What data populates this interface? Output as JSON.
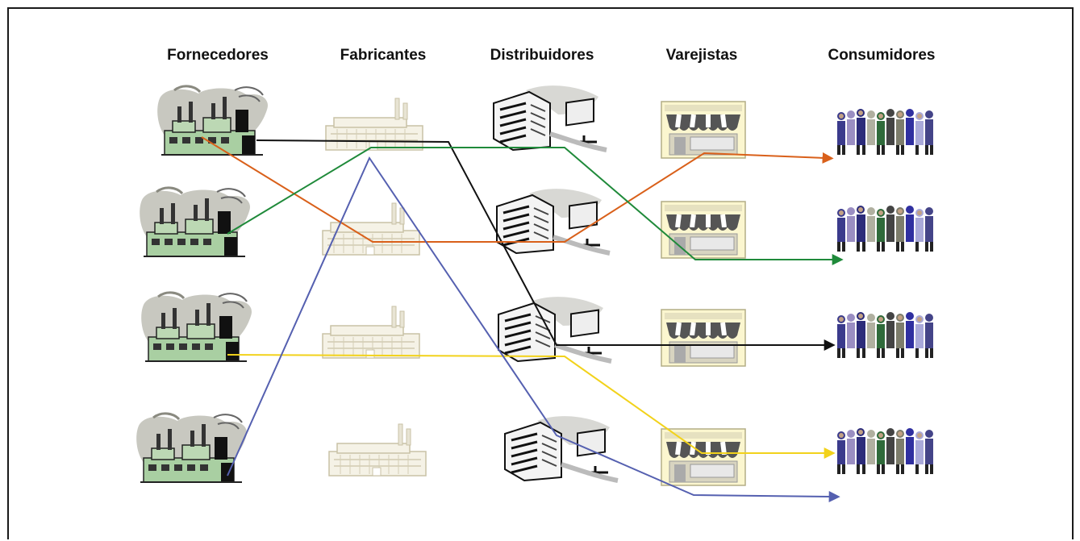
{
  "headers": {
    "suppliers": "Fornecedores",
    "manufacturers": "Fabricantes",
    "distributors": "Distribuidores",
    "retailers": "Varejistas",
    "consumers": "Consumidores"
  },
  "colors": {
    "black": "#111111",
    "orange": "#d9601a",
    "green": "#1f8a3a",
    "blue": "#5560b0",
    "yellow": "#f2d21b"
  }
}
